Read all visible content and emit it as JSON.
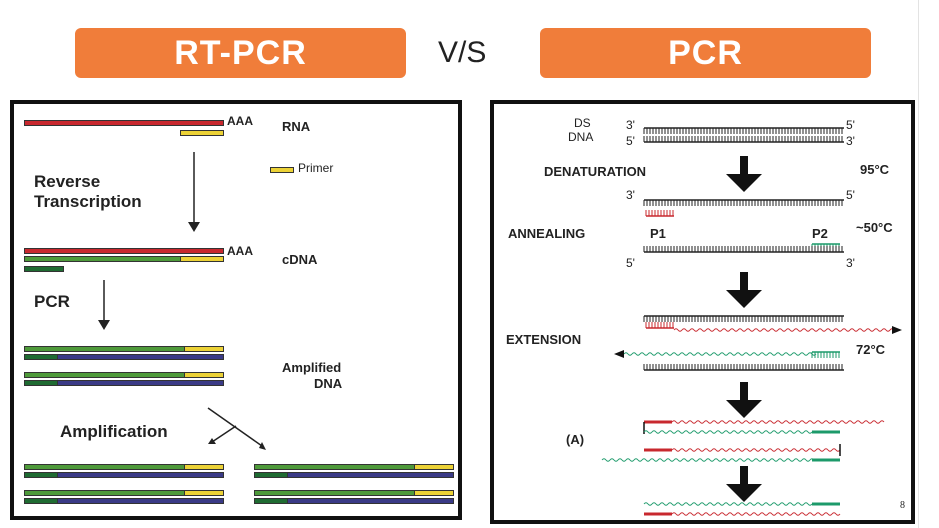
{
  "header": {
    "left_title": "RT-PCR",
    "vs": "V/S",
    "right_title": "PCR"
  },
  "rtpcr": {
    "aaa": "AAA",
    "rna": "RNA",
    "primer": "Primer",
    "reverse": "Reverse",
    "transcription": "Transcription",
    "cdna": "cDNA",
    "pcr": "PCR",
    "amplified": "Amplified",
    "dna": "DNA",
    "amplification": "Amplification"
  },
  "pcr": {
    "ds": "DS",
    "dna": "DNA",
    "three_prime": "3'",
    "five_prime": "5'",
    "denaturation": "DENATURATION",
    "temp_denaturation": "95°C",
    "annealing": "ANNEALING",
    "p1": "P1",
    "p2": "P2",
    "temp_annealing": "~50°C",
    "extension": "EXTENSION",
    "temp_extension": "72°C",
    "a_label": "(A)",
    "page_number": "8"
  },
  "colors": {
    "accent_orange": "#f07d3a",
    "rna_red": "#c8282e",
    "primer_yellow": "#ecd236",
    "cdna_green": "#4e9a3a",
    "dna_purple": "#3a3a86",
    "p2_teal": "#1c9a6a"
  }
}
